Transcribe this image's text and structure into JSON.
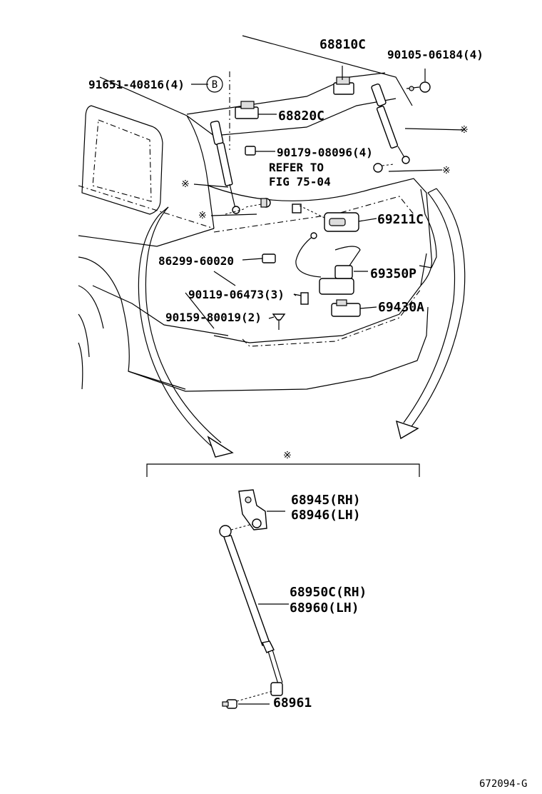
{
  "labels": {
    "p68810c": "68810C",
    "p90105": "90105-06184(4)",
    "p91651": "91651-40816(4)",
    "b_ref": "B",
    "p68820c": "68820C",
    "p90179": "90179-08096(4)",
    "refer_to": "REFER TO",
    "fig": "FIG 75-04",
    "p69211c": "69211C",
    "p86299": "86299-60020",
    "p69350p": "69350P",
    "p90119": "90119-06473(3)",
    "p69430a": "69430A",
    "p90159": "90159-80019(2)",
    "p68945": "68945(RH)",
    "p68946": "68946(LH)",
    "p68950c": "68950C(RH)",
    "p68960": "68960(LH)",
    "p68961": "68961",
    "star": "※",
    "code": "672094-G"
  }
}
